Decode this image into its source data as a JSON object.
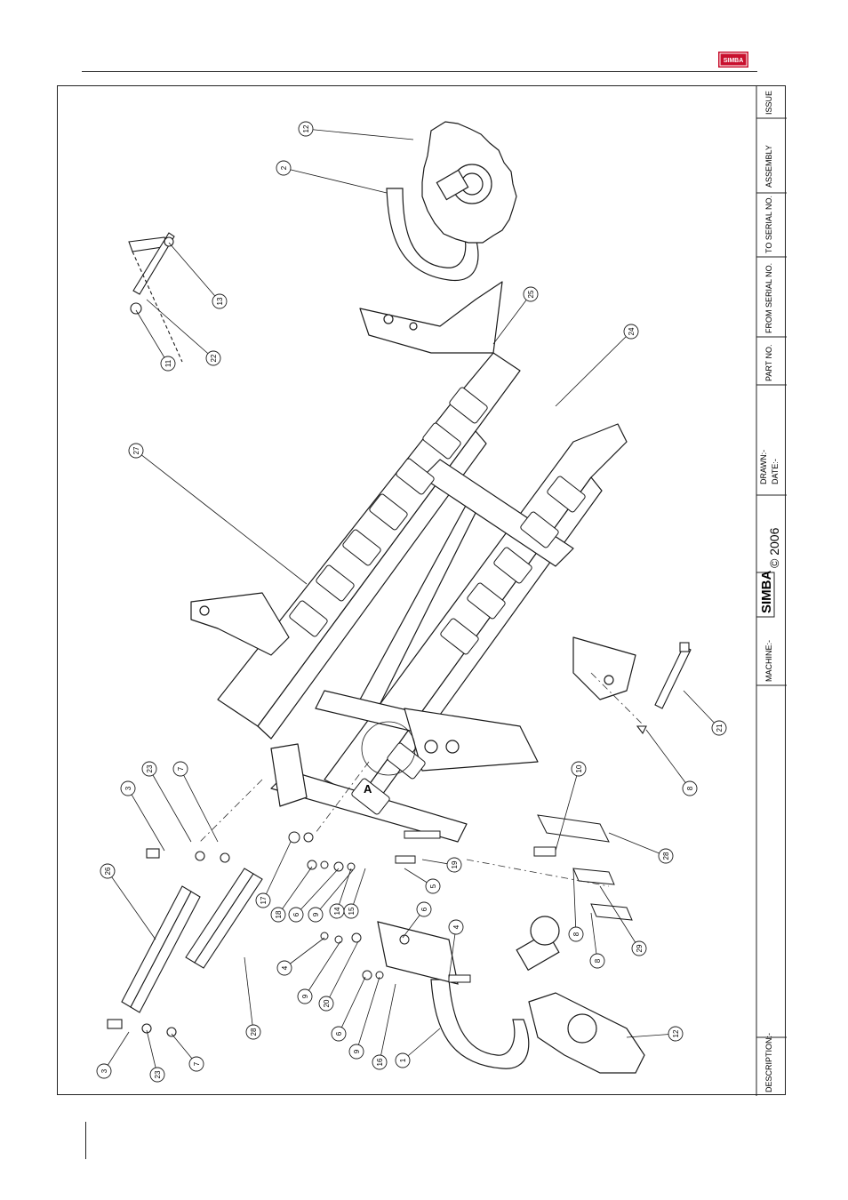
{
  "brand": {
    "logo_text": "SIMBA"
  },
  "title_block": {
    "description_label": "DESCRIPTION:-",
    "machine_label": "MACHINE:-",
    "logo_text": "SIMBA",
    "copyright": "© 2006",
    "drawn_label": "DRAWN:-",
    "date_label": "DATE:-",
    "part_no_label": "PART NO.",
    "from_serial_label": "FROM SERIAL NO.",
    "to_serial_label": "TO SERIAL NO.",
    "assembly_label": "ASSEMBLY",
    "issue_label": "ISSUE"
  },
  "view_label": "A",
  "callouts": [
    {
      "label": "12"
    },
    {
      "label": "2"
    },
    {
      "label": "13"
    },
    {
      "label": "22"
    },
    {
      "label": "11"
    },
    {
      "label": "25"
    },
    {
      "label": "24"
    },
    {
      "label": "27"
    },
    {
      "label": "21"
    },
    {
      "label": "8"
    },
    {
      "label": "10"
    },
    {
      "label": "28"
    },
    {
      "label": "29"
    },
    {
      "label": "8"
    },
    {
      "label": "8"
    },
    {
      "label": "12"
    },
    {
      "label": "23"
    },
    {
      "label": "7"
    },
    {
      "label": "3"
    },
    {
      "label": "26"
    },
    {
      "label": "17"
    },
    {
      "label": "18"
    },
    {
      "label": "6"
    },
    {
      "label": "9"
    },
    {
      "label": "14"
    },
    {
      "label": "15"
    },
    {
      "label": "19"
    },
    {
      "label": "5"
    },
    {
      "label": "6"
    },
    {
      "label": "4"
    },
    {
      "label": "4"
    },
    {
      "label": "9"
    },
    {
      "label": "20"
    },
    {
      "label": "6"
    },
    {
      "label": "9"
    },
    {
      "label": "16"
    },
    {
      "label": "1"
    },
    {
      "label": "28"
    },
    {
      "label": "3"
    },
    {
      "label": "23"
    },
    {
      "label": "7"
    }
  ]
}
